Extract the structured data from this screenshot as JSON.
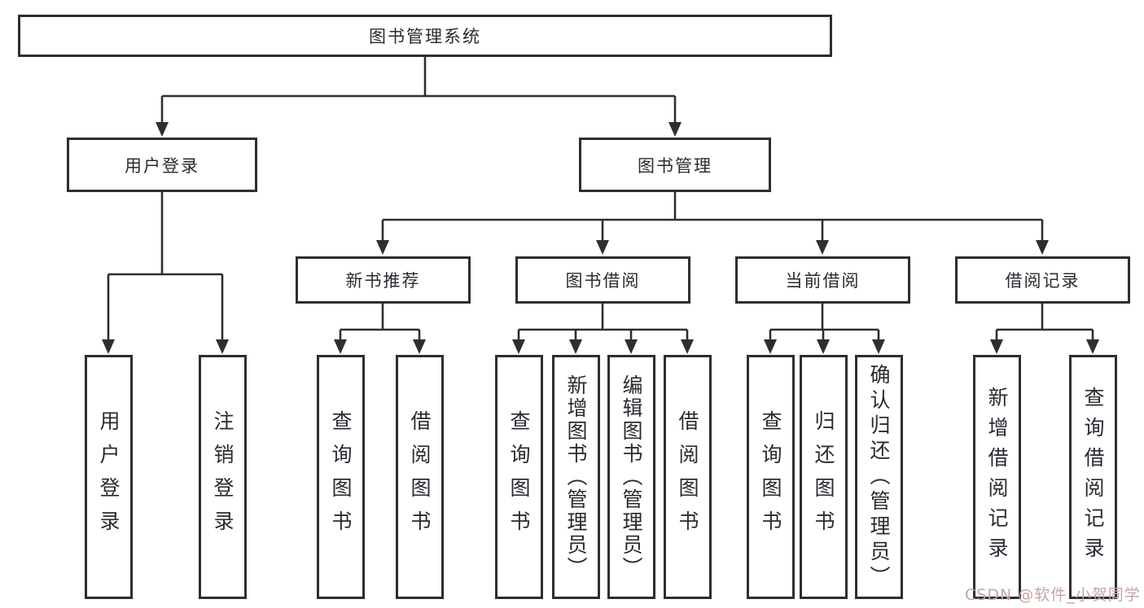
{
  "diagram": {
    "root": "图书管理系统",
    "level2": {
      "user_login": "用户登录",
      "book_mgmt": "图书管理"
    },
    "level3": {
      "new_books": "新书推荐",
      "book_borrow": "图书借阅",
      "current_borrow": "当前借阅",
      "borrow_records": "借阅记录"
    },
    "leaves": {
      "user_login": [
        "用户登录",
        "注销登录"
      ],
      "new_books": [
        "查询图书",
        "借阅图书"
      ],
      "book_borrow": [
        "查询图书",
        "新增图书（管理员）",
        "编辑图书（管理员）",
        "借阅图书"
      ],
      "current_borrow": [
        "查询图书",
        "归还图书",
        "确认归还（管理员）"
      ],
      "borrow_records": [
        "新增借阅记录",
        "查询借阅记录"
      ]
    }
  },
  "watermark": "CSDN @软件_小贺同学",
  "colors": {
    "line": "#2e2e2e",
    "box_border": "#2e2e2e",
    "text": "#282b30",
    "watermark": "#c5a3a3",
    "background": "#ffffff"
  }
}
